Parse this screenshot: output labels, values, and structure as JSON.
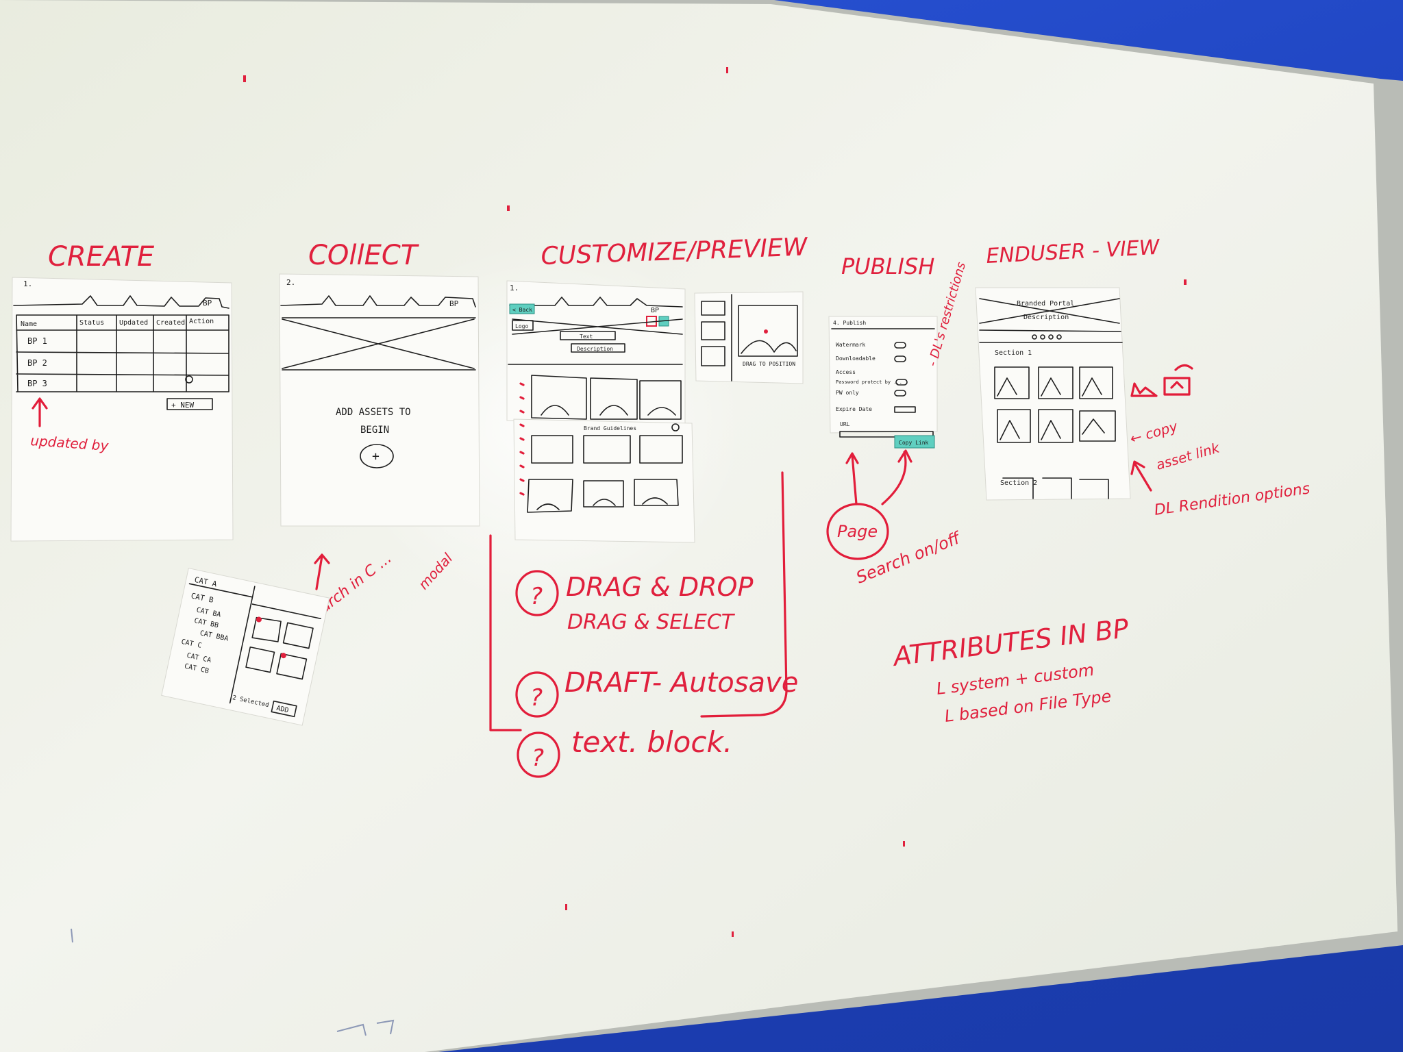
{
  "stages": {
    "create": "CREATE",
    "collect": "COllECT",
    "customize": "CUSTOMIZE/PREVIEW",
    "publish": "PUBLISH",
    "enduser": "ENDUSER - VIEW"
  },
  "create_sheet": {
    "number": "1.",
    "tab": "BP",
    "columns": [
      "Name",
      "Status",
      "Updated",
      "Created",
      "Action"
    ],
    "rows": [
      "BP 1",
      "BP 2",
      "BP 3"
    ],
    "button": "+ NEW"
  },
  "collect_sheet": {
    "number": "2.",
    "tab": "BP",
    "prompt_line1": "ADD ASSETS TO",
    "prompt_line2": "BEGIN",
    "plus": "+"
  },
  "customize_sheet": {
    "number": "1.",
    "back": "< Back",
    "logo": "Logo",
    "text": "Text",
    "description": "Description",
    "tab": "BP"
  },
  "customize_second_sheet": {
    "title": "Brand Guidelines"
  },
  "preview_sheet": {
    "caption": "DRAG TO POSITION"
  },
  "publish_sheet": {
    "title": "4. Publish",
    "rows": [
      "Watermark",
      "Downloadable",
      "Access",
      "Password protect by ...",
      "PW only",
      "Expire Date"
    ],
    "url_label": "URL",
    "button": "Copy Link"
  },
  "enduser_sheet": {
    "title_line1": "Branded Portal",
    "title_line2": "Description",
    "section1": "Section 1",
    "section2": "Section 2"
  },
  "filter_card": {
    "items": [
      "CAT A",
      "CAT B",
      "CAT BA",
      "CAT BB",
      "CAT BBA",
      "CAT C",
      "CAT CA",
      "CAT CB"
    ],
    "footer": "2 Selected",
    "button": "ADD"
  },
  "annotations": {
    "updated_by": "updated by",
    "search_modal_line1": "Search in C ...",
    "search_modal_line2": "modal",
    "drag_drop": "DRAG & DROP",
    "drag_select": "DRAG & SELECT",
    "draft_autosave": "DRAFT- Autosave",
    "text_block": "text. block.",
    "dl_restrictions": "- DL's restrictions",
    "page_bubble": "Page",
    "search_on_off": "Search on/off",
    "attributes_title": "ATTRIBUTES IN BP",
    "attributes_line1": "L system + custom",
    "attributes_line2": "L based on File Type",
    "copy_asset_link_line1": "← copy",
    "copy_asset_link_line2": "asset link",
    "dl_options": "DL Rendition options",
    "question_mark": "?"
  }
}
